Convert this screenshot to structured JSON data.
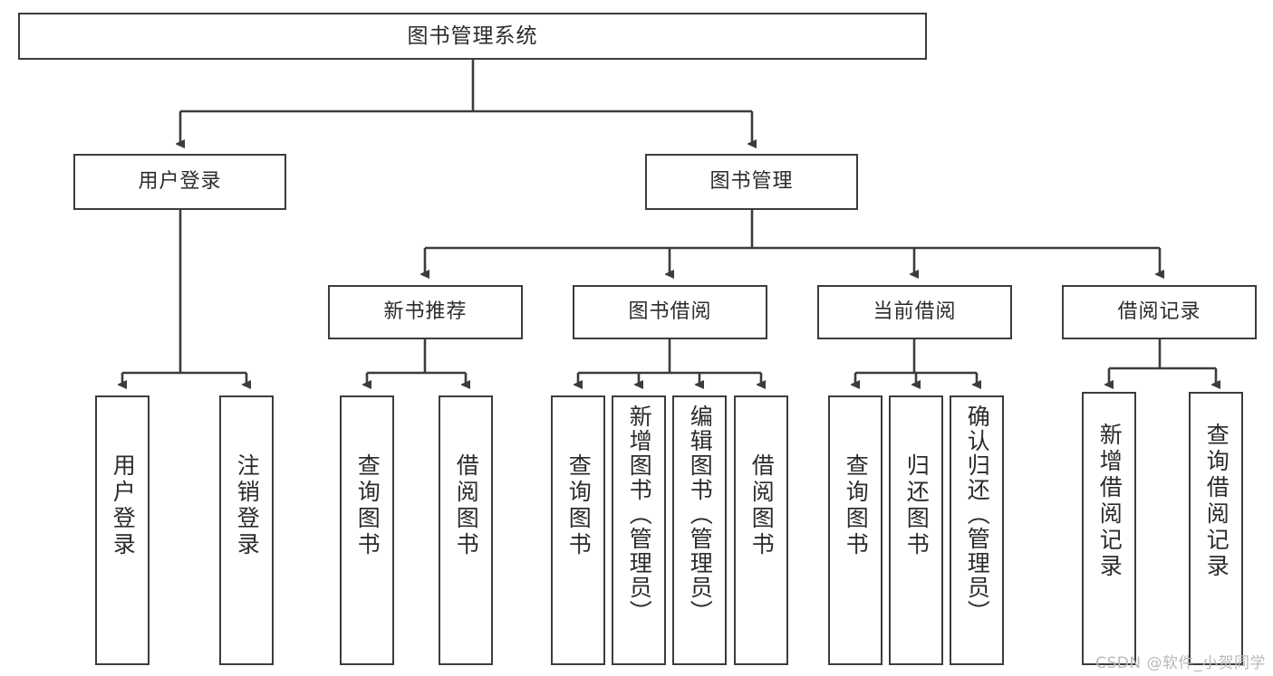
{
  "diagram": {
    "title": "图书管理系统",
    "type": "hierarchy-tree",
    "watermark": "CSDN @软件_小贺同学",
    "colors": {
      "background": "#ffffff",
      "box_border": "#3c3c3c",
      "text": "#2b2b2b",
      "edge": "#3c3c3c",
      "watermark": "#b9b9b9"
    }
  },
  "nodes": {
    "root": {
      "label": "图书管理系统"
    },
    "level2": [
      {
        "label": "用户登录"
      },
      {
        "label": "图书管理"
      }
    ],
    "level3": [
      {
        "label": "新书推荐"
      },
      {
        "label": "图书借阅"
      },
      {
        "label": "当前借阅"
      },
      {
        "label": "借阅记录"
      }
    ],
    "leaves_user_login": [
      {
        "label": "用户登录"
      },
      {
        "label": "注销登录"
      }
    ],
    "leaves_new_book": [
      {
        "label": "查询图书"
      },
      {
        "label": "借阅图书"
      }
    ],
    "leaves_borrow": [
      {
        "label": "查询图书"
      },
      {
        "label": "新增图书（管理员）"
      },
      {
        "label": "编辑图书（管理员）"
      },
      {
        "label": "借阅图书"
      }
    ],
    "leaves_current": [
      {
        "label": "查询图书"
      },
      {
        "label": "归还图书"
      },
      {
        "label": "确认归还（管理员）"
      }
    ],
    "leaves_records": [
      {
        "label": "新增借阅记录"
      },
      {
        "label": "查询借阅记录"
      }
    ]
  }
}
